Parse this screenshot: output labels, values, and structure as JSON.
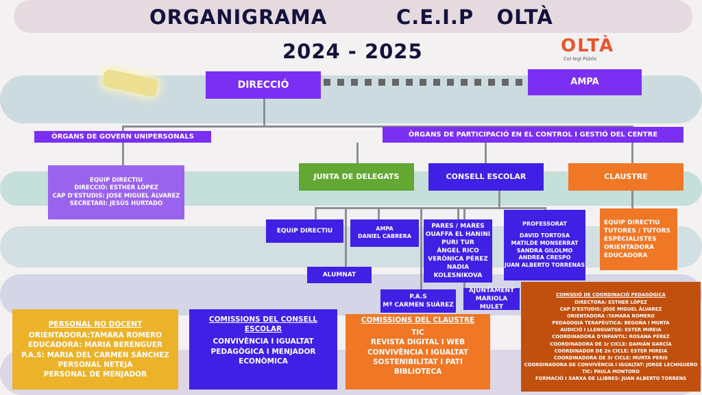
{
  "header": {
    "title_left": "ORGANIGRAMA",
    "title_right": "C.E.I.P   OLTÀ",
    "year": "2024 - 2025",
    "logo_text": "OLTÀ",
    "logo_sub": "Col·legi Públic"
  },
  "direccio": "DIRECCIÓ",
  "ampa_top": "AMPA",
  "organs_govern": "ÒRGANS DE GOVERN UNIPERSONALS",
  "organs_participacio": "ÒRGANS DE PARTICIPACIÓ EN EL CONTROL I GESTIÓ DEL CENTRE",
  "equip_directiu_box": {
    "lines": [
      "EQUIP DIRECTIU",
      "DIRECCIÓ: ESTHER LÓPEZ",
      "CAP D'ESTUDIS: JOSE MIGUEL ÀLVAREZ",
      "SECRETARI: JESÚS HURTADO"
    ]
  },
  "junta_delegats": "JUNTA DE DELEGATS",
  "consell_escolar": "CONSELL ESCOLAR",
  "claustre": "CLAUSTRE",
  "claustre_members": [
    "EQUIP DIRECTIU",
    "TUTORES  /  TUTORS",
    "ESPECIALISTES",
    "ORIENTADORA",
    "EDUCADORA"
  ],
  "consell": {
    "equip_directiu": "EQUIP DIRECTIU",
    "ampa": [
      "AMPA",
      "DANIEL CABRERA"
    ],
    "pares": [
      "PARES / MARES",
      "OUAFFA EL HANINI",
      "PURI TUR",
      "ÀNGEL RICO",
      "VERÒNICA PÉREZ",
      "NADIA KOLESNIKOVA"
    ],
    "professorat": [
      "PROFESSORAT",
      "DAVID TORTOSA",
      "MATILDE MONSERRAT",
      "SANDRA GILOLMO",
      "ANDREA CRESPO",
      "JUAN ALBERTO TORRENAS"
    ],
    "alumnat": "ALUMNAT",
    "pas": [
      "P.A.S",
      "Mª CARMEN SUÁREZ"
    ],
    "ajuntament": [
      "AJUNTAMENT",
      "MARIOLA MULET"
    ]
  },
  "personal_no_docent": {
    "title": "PERSONAL NO DOCENT",
    "lines": [
      "ORIENTADORA:TAMARA ROMERO",
      "EDUCADORA: MARIA BERENGUER",
      "P.A.S: MARIA DEL CARMEN SÁNCHEZ",
      "PERSONAL NETEJA",
      "PERSONAL DE MENJADOR"
    ]
  },
  "comissions_consell": {
    "title": "COMISSIONS DEL CONSELL ESCOLAR",
    "lines": [
      "CONVIVÈNCIA I IGUALTAT",
      "PEDAGÒGICA  I MENJADOR",
      "ECONÒMICA"
    ]
  },
  "comissions_claustre": {
    "title": "COMISSIONS DEL CLAUSTRE",
    "lines": [
      "TIC",
      "REVISTA DIGITAL I WEB",
      "CONVIVÈNCIA I IGUALTAT",
      "SOSTENIBILITAT  I PATI",
      "BIBLIOTECA"
    ]
  },
  "ccp": {
    "title": "COMISSIÓ DE COORDINACIÓ PEDAGÒGICA",
    "lines": [
      "DIRECTORA: ESTHER LÓPEZ",
      "CAP D'ESTUDIS: JOSE MIGUEL ÀLVAREZ",
      "ORIENTADORA :TAMARA ROMERO",
      "PEDAGOGIA TERAPÈUTICA: BEGOÑA I MURTA",
      "AUDICIÓ I LLENGUATGE: ESTER MIREIA",
      "COORDINADORA D'INFANTIL: ROSANA PÉREZ",
      "COORDINADORA DE 1r CICLE:  DAMIÁN GARCÍA",
      "COORDINADOR DE 2n CICLE: ESTER MIREIA",
      "COORDINADORA DE 3r CICLE:  MURTA PERIS",
      "COORDINADORA DE CONVIVÈNCIA I IGUALTAT:  JORGE LECHIGUERO",
      "TIC: PAULA MONTORO",
      "FORMACIÓ I XARXA DE LLIBRES: JUAN ALBERTO TORRENS"
    ]
  }
}
